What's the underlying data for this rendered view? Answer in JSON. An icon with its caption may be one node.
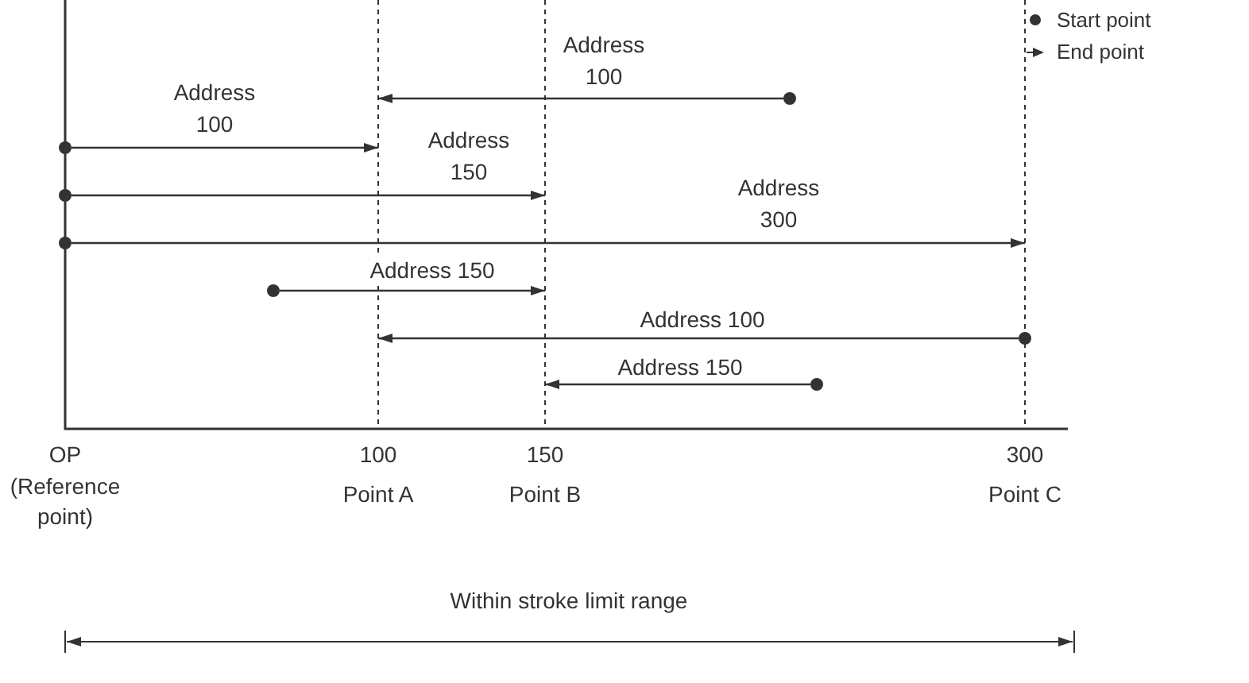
{
  "diagram": {
    "nodes": [
      {
        "text": [],
        "shape": "circle"
      },
      {
        "text": [],
        "shape": "circle"
      },
      {
        "text": [],
        "shape": "circle"
      },
      {
        "text": [],
        "shape": "circle"
      },
      {
        "text": [],
        "shape": "circle"
      },
      {
        "text": [],
        "shape": "circle"
      },
      {
        "text": [],
        "shape": "circle"
      }
    ],
    "edges": [
      {
        "from": 0,
        "to": null,
        "arrow": "to",
        "label": "Address 100"
      },
      {
        "from": 1,
        "to": null,
        "arrow": "to",
        "label": "Address 100"
      },
      {
        "from": 2,
        "to": null,
        "arrow": "to",
        "label": "Address 150"
      },
      {
        "from": 3,
        "to": null,
        "arrow": "to",
        "label": "Address 300"
      },
      {
        "from": 4,
        "to": null,
        "arrow": "to",
        "label": "Address 150"
      },
      {
        "from": 5,
        "to": null,
        "arrow": "to",
        "label": "Address 100"
      },
      {
        "from": 6,
        "to": null,
        "arrow": "to",
        "label": "Address 150"
      }
    ],
    "labels": [
      "OP",
      "(Reference point)",
      "100",
      "Point A",
      "150",
      "Point B",
      "300",
      "Point C",
      "Within stroke limit range"
    ],
    "legend": [
      {
        "text": "Start point"
      },
      {
        "text": "End point"
      }
    ]
  }
}
